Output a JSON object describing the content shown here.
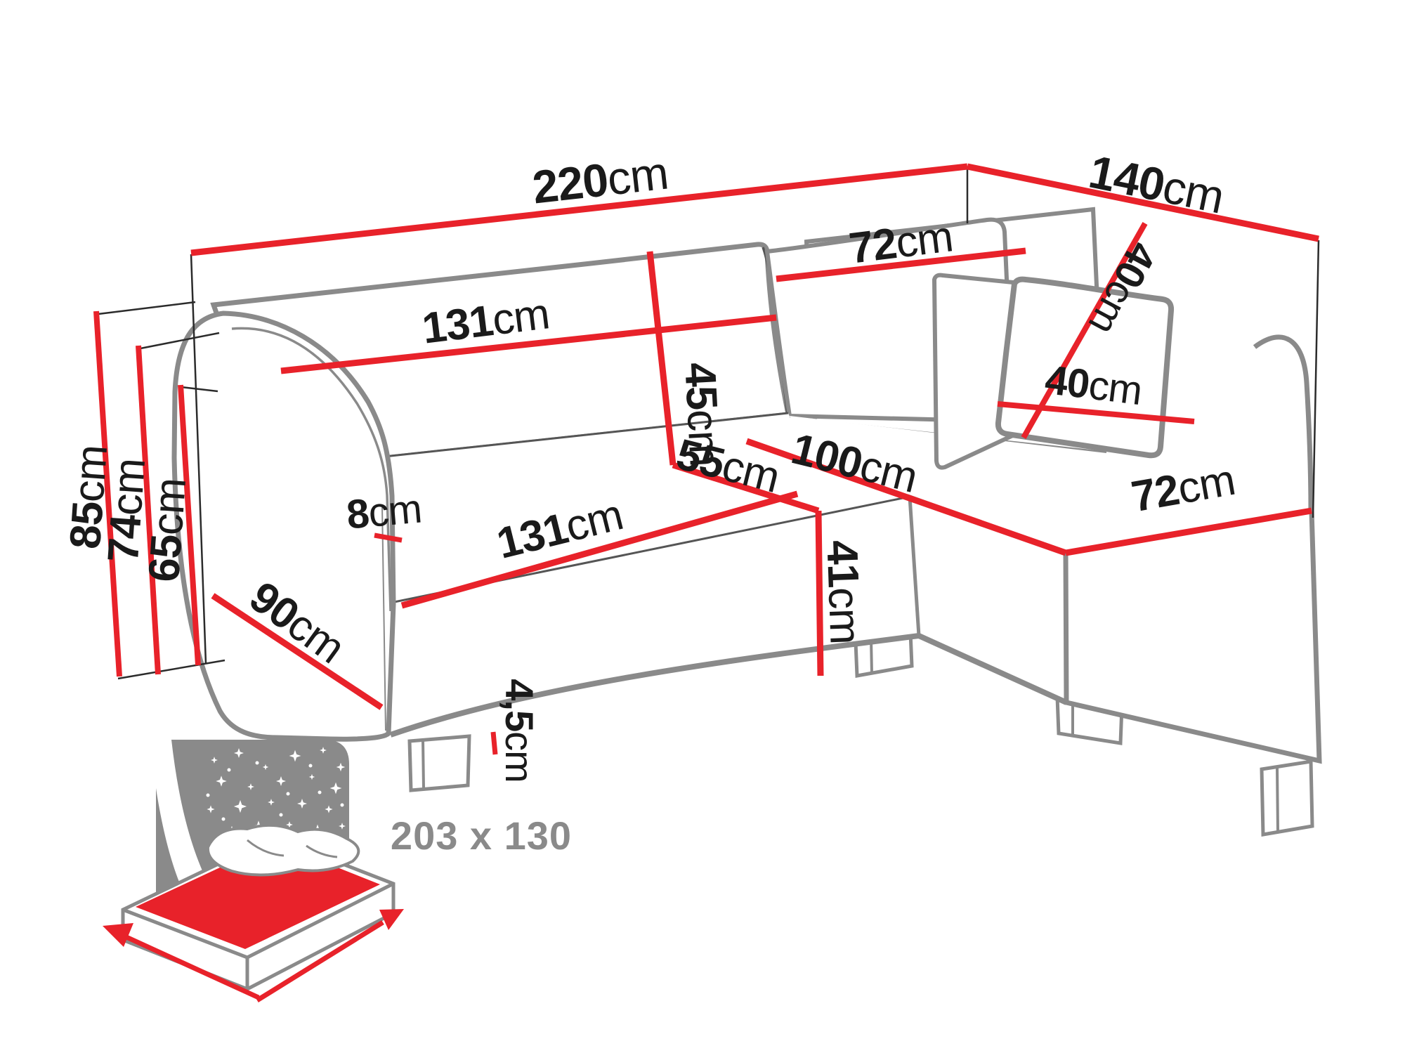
{
  "diagram_type": "corner-sofa-bed dimension diagram",
  "colors": {
    "dimension_line": "#e8222a",
    "sofa_outline": "#8a8a8a",
    "label_text": "#1a1a1a",
    "icon_gray": "#8a8a8a"
  },
  "dimensions": {
    "total_length": {
      "value": "220",
      "unit": "cm"
    },
    "total_depth": {
      "value": "140",
      "unit": "cm"
    },
    "total_height": {
      "value": "85",
      "unit": "cm"
    },
    "armrest_height": {
      "value": "74",
      "unit": "cm"
    },
    "seatback_height": {
      "value": "65",
      "unit": "cm"
    },
    "backrest_width": {
      "value": "131",
      "unit": "cm"
    },
    "backrest_height": {
      "value": "45",
      "unit": "cm"
    },
    "back_right_width": {
      "value": "72",
      "unit": "cm"
    },
    "pillow_height": {
      "value": "40",
      "unit": "cm"
    },
    "pillow_width": {
      "value": "40",
      "unit": "cm"
    },
    "seat_depth": {
      "value": "55",
      "unit": "cm"
    },
    "chaise_length": {
      "value": "100",
      "unit": "cm"
    },
    "seat_front_width": {
      "value": "131",
      "unit": "cm"
    },
    "armrest_top_width": {
      "value": "8",
      "unit": "cm"
    },
    "armrest_side_depth": {
      "value": "90",
      "unit": "cm"
    },
    "seat_height": {
      "value": "41",
      "unit": "cm"
    },
    "leg_height": {
      "value": "4,5",
      "unit": "cm"
    },
    "chaise_width": {
      "value": "72",
      "unit": "cm"
    }
  },
  "sleeping_area": {
    "size_text": "203 x 130"
  }
}
